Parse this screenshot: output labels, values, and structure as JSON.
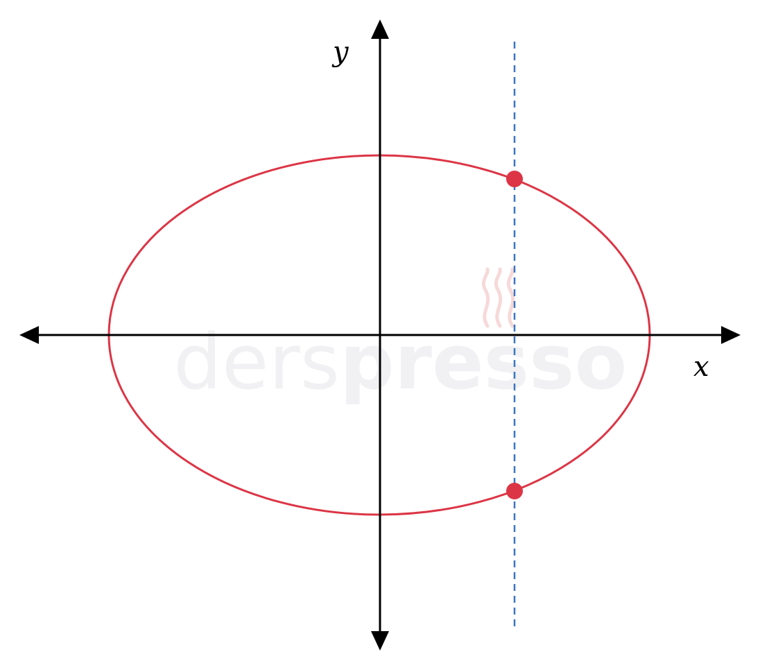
{
  "labels": {
    "x_axis": "x",
    "y_axis": "y"
  },
  "watermark": {
    "part1": "ders",
    "part2": "presso"
  },
  "colors": {
    "axes": "#000000",
    "ellipse": "#dc3545",
    "points": "#dc3545",
    "vertical_line": "#3a75c4",
    "watermark": "#f1f1f3",
    "watermark_steam": "#f7d9d9"
  }
}
